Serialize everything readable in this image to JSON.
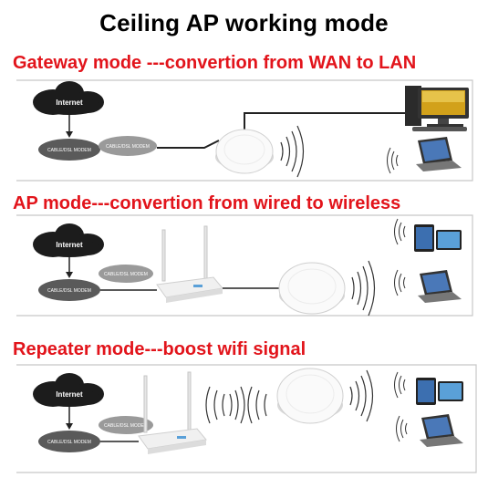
{
  "title": "Ceiling AP working mode",
  "sections": [
    {
      "heading": "Gateway mode ---convertion from WAN to LAN",
      "cloud_label": "Internet",
      "modem_label_1": "CABLE/DSL MODEM",
      "modem_label_2": "CABLE/DSL MODEM"
    },
    {
      "heading": "AP mode---convertion from wired to wireless",
      "cloud_label": "Internet",
      "modem_label_1": "CABLE/DSL MODEM",
      "modem_label_2": "CABLE/DSL MODEM"
    },
    {
      "heading": "Repeater mode---boost wifi signal",
      "cloud_label": "Internet",
      "modem_label_1": "CABLE/DSL MODEM",
      "modem_label_2": "CABLE/DSL MODEM"
    }
  ],
  "colors": {
    "heading": "#e2141b",
    "title": "#000000",
    "cloud": "#1c1c1c",
    "modem": "#5a5a5a"
  }
}
